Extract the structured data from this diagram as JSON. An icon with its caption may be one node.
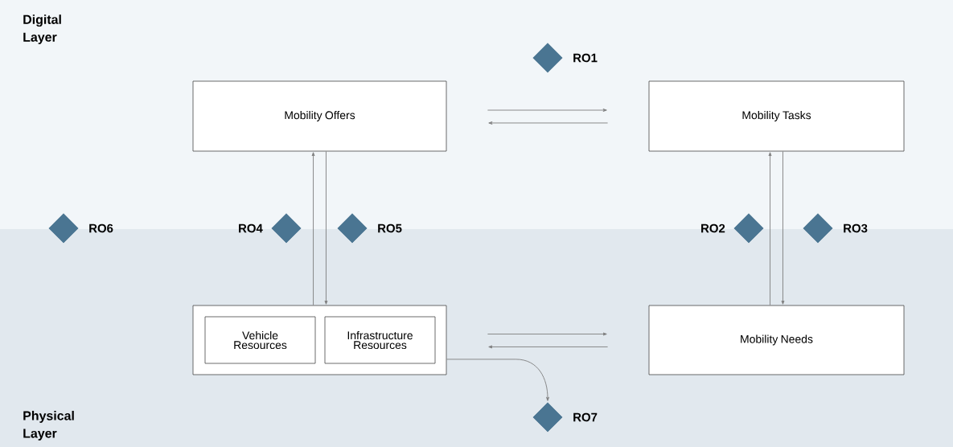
{
  "diagram": {
    "nodes": [
      {
        "text": [
          "Digital Layer"
        ]
      },
      {
        "text": [
          "Mobility Offers"
        ],
        "in": 0
      },
      {
        "text": [
          "Mobility Tasks"
        ],
        "in": 0
      },
      {
        "text": [
          "Physical Layer"
        ]
      },
      {
        "text": [],
        "shape": "box",
        "in": 3
      },
      {
        "text": [
          "Vehicle Resources"
        ],
        "in": 4
      },
      {
        "text": [
          "Infrastructure Resources"
        ],
        "in": 4
      },
      {
        "text": [
          "Mobility Needs"
        ],
        "in": 3
      },
      {
        "text": [],
        "shape": "diamond",
        "beside": [
          "RO1"
        ],
        "in": 0
      },
      {
        "text": [],
        "shape": "diamond",
        "beside": [
          "RO6"
        ]
      },
      {
        "text": [],
        "shape": "diamond",
        "beside": [
          "RO4"
        ]
      },
      {
        "text": [],
        "shape": "diamond",
        "beside": [
          "RO5"
        ]
      },
      {
        "text": [],
        "shape": "diamond",
        "beside": [
          "RO2"
        ]
      },
      {
        "text": [],
        "shape": "diamond",
        "beside": [
          "RO3"
        ]
      },
      {
        "text": [],
        "shape": "diamond",
        "beside": [
          "RO7"
        ],
        "in": 3
      }
    ],
    "edges": [
      {
        "from": 1,
        "to": 2,
        "arrow": "to"
      },
      {
        "from": 2,
        "to": 1,
        "arrow": "to"
      },
      {
        "from": 4,
        "to": 1,
        "arrow": "to"
      },
      {
        "from": 1,
        "to": 4,
        "arrow": "to"
      },
      {
        "from": 7,
        "to": 2,
        "arrow": "to"
      },
      {
        "from": 2,
        "to": 7,
        "arrow": "to"
      },
      {
        "from": 4,
        "to": 7,
        "arrow": "to"
      },
      {
        "from": 7,
        "to": 4,
        "arrow": "to"
      },
      {
        "from": 4,
        "to": 14,
        "arrow": "to"
      }
    ]
  }
}
